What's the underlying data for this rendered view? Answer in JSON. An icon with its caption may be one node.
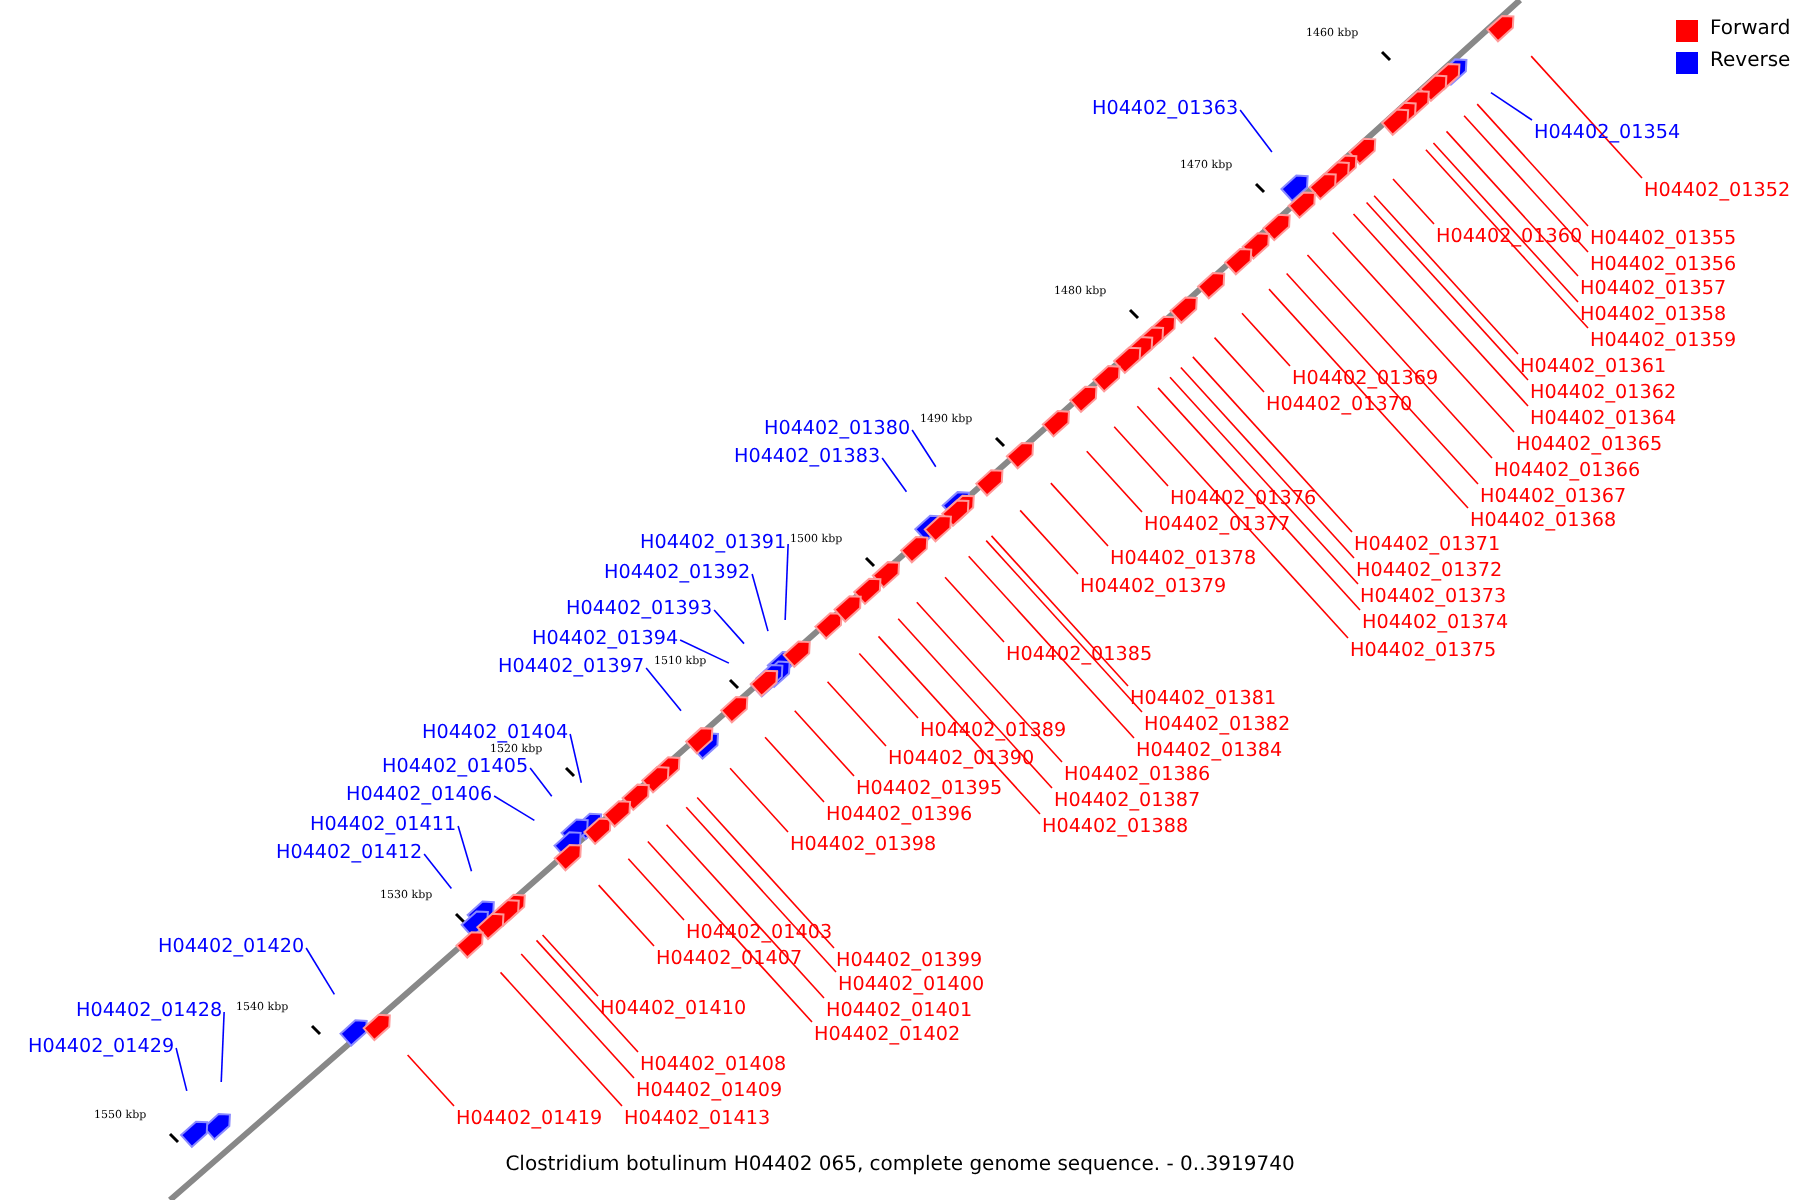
{
  "diagram": {
    "caption": "Clostridium botulinum H04402 065, complete genome sequence. - 0..3919740",
    "nodes": [
      {
        "text": [
          "H04402_01363"
        ]
      },
      {
        "text": [
          "H04402_01354"
        ]
      },
      {
        "text": [
          "H04402_01352"
        ]
      },
      {
        "text": [
          "H04402_01360"
        ]
      },
      {
        "text": [
          "H04402_01355"
        ]
      },
      {
        "text": [
          "H04402_01356"
        ]
      },
      {
        "text": [
          "H04402_01357"
        ]
      },
      {
        "text": [
          "H04402_01358"
        ]
      },
      {
        "text": [
          "H04402_01359"
        ]
      },
      {
        "text": [
          "H04402_01361"
        ]
      },
      {
        "text": [
          "H04402_01369"
        ]
      },
      {
        "text": [
          "H04402_01362"
        ]
      },
      {
        "text": [
          "H04402_01370"
        ]
      },
      {
        "text": [
          "H04402_01364"
        ]
      },
      {
        "text": [
          "H04402_01380"
        ]
      },
      {
        "text": [
          "H04402_01365"
        ]
      },
      {
        "text": [
          "H04402_01383"
        ]
      },
      {
        "text": [
          "H04402_01366"
        ]
      },
      {
        "text": [
          "H04402_01367"
        ]
      },
      {
        "text": [
          "H04402_01376"
        ]
      },
      {
        "text": [
          "H04402_01368"
        ]
      },
      {
        "text": [
          "H04402_01377"
        ]
      },
      {
        "text": [
          "H04402_01391"
        ]
      },
      {
        "text": [
          "H04402_01371"
        ]
      },
      {
        "text": [
          "H04402_01378"
        ]
      },
      {
        "text": [
          "H04402_01372"
        ]
      },
      {
        "text": [
          "H04402_01392"
        ]
      },
      {
        "text": [
          "H04402_01379"
        ]
      },
      {
        "text": [
          "H04402_01373"
        ]
      },
      {
        "text": [
          "H04402_01393"
        ]
      },
      {
        "text": [
          "H04402_01374"
        ]
      },
      {
        "text": [
          "H04402_01394"
        ]
      },
      {
        "text": [
          "H04402_01375"
        ]
      },
      {
        "text": [
          "H04402_01385"
        ]
      },
      {
        "text": [
          "H04402_01397"
        ]
      },
      {
        "text": [
          "H04402_01381"
        ]
      },
      {
        "text": [
          "H04402_01382"
        ]
      },
      {
        "text": [
          "H04402_01389"
        ]
      },
      {
        "text": [
          "H04402_01404"
        ]
      },
      {
        "text": [
          "H04402_01384"
        ]
      },
      {
        "text": [
          "H04402_01390"
        ]
      },
      {
        "text": [
          "H04402_01405"
        ]
      },
      {
        "text": [
          "H04402_01386"
        ]
      },
      {
        "text": [
          "H04402_01395"
        ]
      },
      {
        "text": [
          "H04402_01406"
        ]
      },
      {
        "text": [
          "H04402_01387"
        ]
      },
      {
        "text": [
          "H04402_01396"
        ]
      },
      {
        "text": [
          "H04402_01411"
        ]
      },
      {
        "text": [
          "H04402_01388"
        ]
      },
      {
        "text": [
          "H04402_01398"
        ]
      },
      {
        "text": [
          "H04402_01412"
        ]
      },
      {
        "text": [
          "H04402_01403"
        ]
      },
      {
        "text": [
          "H04402_01420"
        ]
      },
      {
        "text": [
          "H04402_01407"
        ]
      },
      {
        "text": [
          "H04402_01399"
        ]
      },
      {
        "text": [
          "H04402_01400"
        ]
      },
      {
        "text": [
          "H04402_01410"
        ]
      },
      {
        "text": [
          "H04402_01428"
        ]
      },
      {
        "text": [
          "H04402_01401"
        ]
      },
      {
        "text": [
          "H04402_01402"
        ]
      },
      {
        "text": [
          "H04402_01429"
        ]
      },
      {
        "text": [
          "H04402_01408"
        ]
      },
      {
        "text": [
          "H04402_01409"
        ]
      },
      {
        "text": [
          "H04402_01419"
        ]
      },
      {
        "text": [
          "H04402_01413"
        ]
      }
    ],
    "edges": [
      {
        "from": 0,
        "to": null,
        "arrow": "none",
        "color": "#0000ff"
      },
      {
        "from": 1,
        "to": null,
        "arrow": "none",
        "color": "#0000ff"
      },
      {
        "from": 2,
        "to": null,
        "arrow": "none"
      },
      {
        "from": 3,
        "to": null,
        "arrow": "none"
      },
      {
        "from": 4,
        "to": null,
        "arrow": "none"
      },
      {
        "from": 5,
        "to": null,
        "arrow": "none"
      },
      {
        "from": 6,
        "to": null,
        "arrow": "none"
      },
      {
        "from": 7,
        "to": null,
        "arrow": "none"
      },
      {
        "from": 8,
        "to": null,
        "arrow": "none"
      },
      {
        "from": 9,
        "to": null,
        "arrow": "none"
      },
      {
        "from": 10,
        "to": null,
        "arrow": "none"
      },
      {
        "from": 11,
        "to": null,
        "arrow": "none"
      },
      {
        "from": 12,
        "to": null,
        "arrow": "none"
      },
      {
        "from": 13,
        "to": null,
        "arrow": "none"
      },
      {
        "from": 14,
        "to": null,
        "arrow": "none",
        "color": "#0000ff"
      },
      {
        "from": 15,
        "to": null,
        "arrow": "none"
      },
      {
        "from": 16,
        "to": null,
        "arrow": "none",
        "color": "#0000ff"
      },
      {
        "from": 17,
        "to": null,
        "arrow": "none"
      },
      {
        "from": 18,
        "to": null,
        "arrow": "none"
      },
      {
        "from": 19,
        "to": null,
        "arrow": "none"
      },
      {
        "from": 20,
        "to": null,
        "arrow": "none"
      },
      {
        "from": 21,
        "to": null,
        "arrow": "none"
      },
      {
        "from": 22,
        "to": null,
        "arrow": "none",
        "color": "#0000ff"
      },
      {
        "from": 23,
        "to": null,
        "arrow": "none"
      },
      {
        "from": 24,
        "to": null,
        "arrow": "none"
      },
      {
        "from": 25,
        "to": null,
        "arrow": "none"
      },
      {
        "from": 26,
        "to": null,
        "arrow": "none",
        "color": "#0000ff"
      },
      {
        "from": 27,
        "to": null,
        "arrow": "none"
      },
      {
        "from": 28,
        "to": null,
        "arrow": "none"
      },
      {
        "from": 29,
        "to": null,
        "arrow": "none",
        "color": "#0000ff"
      },
      {
        "from": 30,
        "to": null,
        "arrow": "none"
      },
      {
        "from": 31,
        "to": null,
        "arrow": "none",
        "color": "#0000ff"
      },
      {
        "from": 32,
        "to": null,
        "arrow": "none"
      },
      {
        "from": 33,
        "to": null,
        "arrow": "none"
      },
      {
        "from": 34,
        "to": null,
        "arrow": "none",
        "color": "#0000ff"
      },
      {
        "from": 35,
        "to": null,
        "arrow": "none"
      },
      {
        "from": 36,
        "to": null,
        "arrow": "none"
      },
      {
        "from": 37,
        "to": null,
        "arrow": "none"
      },
      {
        "from": 38,
        "to": null,
        "arrow": "none",
        "color": "#0000ff"
      },
      {
        "from": 39,
        "to": null,
        "arrow": "none"
      },
      {
        "from": 40,
        "to": null,
        "arrow": "none"
      },
      {
        "from": 41,
        "to": null,
        "arrow": "none",
        "color": "#0000ff"
      },
      {
        "from": 42,
        "to": null,
        "arrow": "none"
      },
      {
        "from": 43,
        "to": null,
        "arrow": "none"
      },
      {
        "from": 44,
        "to": null,
        "arrow": "none",
        "color": "#0000ff"
      },
      {
        "from": 45,
        "to": null,
        "arrow": "none"
      },
      {
        "from": 46,
        "to": null,
        "arrow": "none"
      },
      {
        "from": 47,
        "to": null,
        "arrow": "none",
        "color": "#0000ff"
      },
      {
        "from": 48,
        "to": null,
        "arrow": "none"
      },
      {
        "from": 49,
        "to": null,
        "arrow": "none"
      },
      {
        "from": 50,
        "to": null,
        "arrow": "none",
        "color": "#0000ff"
      },
      {
        "from": 51,
        "to": null,
        "arrow": "none"
      },
      {
        "from": 52,
        "to": null,
        "arrow": "none",
        "color": "#0000ff"
      },
      {
        "from": 53,
        "to": null,
        "arrow": "none"
      },
      {
        "from": 54,
        "to": null,
        "arrow": "none"
      },
      {
        "from": 55,
        "to": null,
        "arrow": "none"
      },
      {
        "from": 56,
        "to": null,
        "arrow": "none"
      },
      {
        "from": 57,
        "to": null,
        "arrow": "none",
        "color": "#0000ff"
      },
      {
        "from": 58,
        "to": null,
        "arrow": "none"
      },
      {
        "from": 59,
        "to": null,
        "arrow": "none"
      },
      {
        "from": 60,
        "to": null,
        "arrow": "none",
        "color": "#0000ff"
      },
      {
        "from": 61,
        "to": null,
        "arrow": "none"
      },
      {
        "from": 62,
        "to": null,
        "arrow": "none"
      },
      {
        "from": 63,
        "to": null,
        "arrow": "none"
      },
      {
        "from": 64,
        "to": null,
        "arrow": "none"
      }
    ],
    "labels": [
      "1460 kbp",
      "1470 kbp",
      "1480 kbp",
      "1490 kbp",
      "1500 kbp",
      "1510 kbp",
      "1520 kbp",
      "1530 kbp",
      "1540 kbp",
      "1550 kbp"
    ],
    "legend": [
      {
        "text": "Forward",
        "color": "#ff0000"
      },
      {
        "text": "Reverse",
        "color": "#0000ff"
      }
    ]
  }
}
